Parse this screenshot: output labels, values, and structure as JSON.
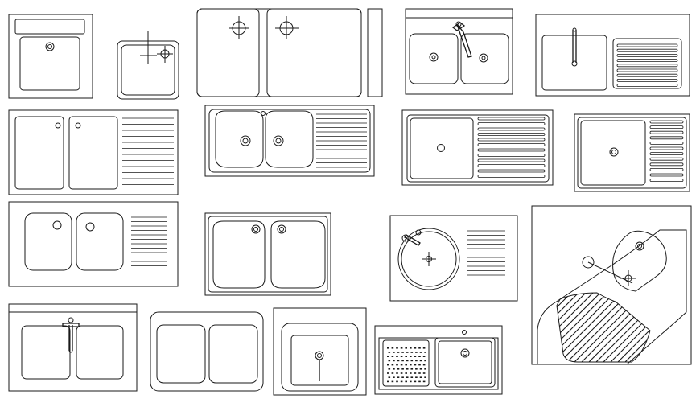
{
  "drawing": {
    "kind": "cad-sink-plan-blocks",
    "stroke_color": "#1a1a1a",
    "background": "#ffffff",
    "blocks": [
      {
        "id": "single-bowl-square-inset",
        "bowls": 1,
        "drainboard": false
      },
      {
        "id": "single-bowl-small-with-tap",
        "bowls": 1,
        "drainboard": false
      },
      {
        "id": "double-bowl-crosshair-drains",
        "bowls": 2,
        "drainboard": false
      },
      {
        "id": "double-bowl-with-faucet",
        "bowls": 2,
        "drainboard": false
      },
      {
        "id": "single-bowl-right-drainboard-faucet",
        "bowls": 1,
        "drainboard": true
      },
      {
        "id": "double-bowl-left-drainboard-lines",
        "bowls": 2,
        "drainboard": true
      },
      {
        "id": "double-round-bowl-right-drainboard",
        "bowls": 2,
        "drainboard": true
      },
      {
        "id": "single-bowl-right-ribbed-drainboard",
        "bowls": 1,
        "drainboard": true
      },
      {
        "id": "single-bowl-right-drainboard-compact",
        "bowls": 1,
        "drainboard": true
      },
      {
        "id": "double-round-bowl-right-ribs",
        "bowls": 2,
        "drainboard": true
      },
      {
        "id": "double-bowl-inset-frame",
        "bowls": 2,
        "drainboard": false
      },
      {
        "id": "round-bowl-right-drainboard",
        "bowls": 1,
        "drainboard": true
      },
      {
        "id": "corner-sink-hatched-drainboard",
        "bowls": 2,
        "drainboard": true
      },
      {
        "id": "double-bowl-wall-faucet",
        "bowls": 2,
        "drainboard": false
      },
      {
        "id": "double-bowl-rounded-plain",
        "bowls": 2,
        "drainboard": false
      },
      {
        "id": "single-bowl-framed-drain-stem",
        "bowls": 1,
        "drainboard": false
      },
      {
        "id": "single-bowl-perforated-drainboard",
        "bowls": 1,
        "drainboard": true
      }
    ]
  }
}
